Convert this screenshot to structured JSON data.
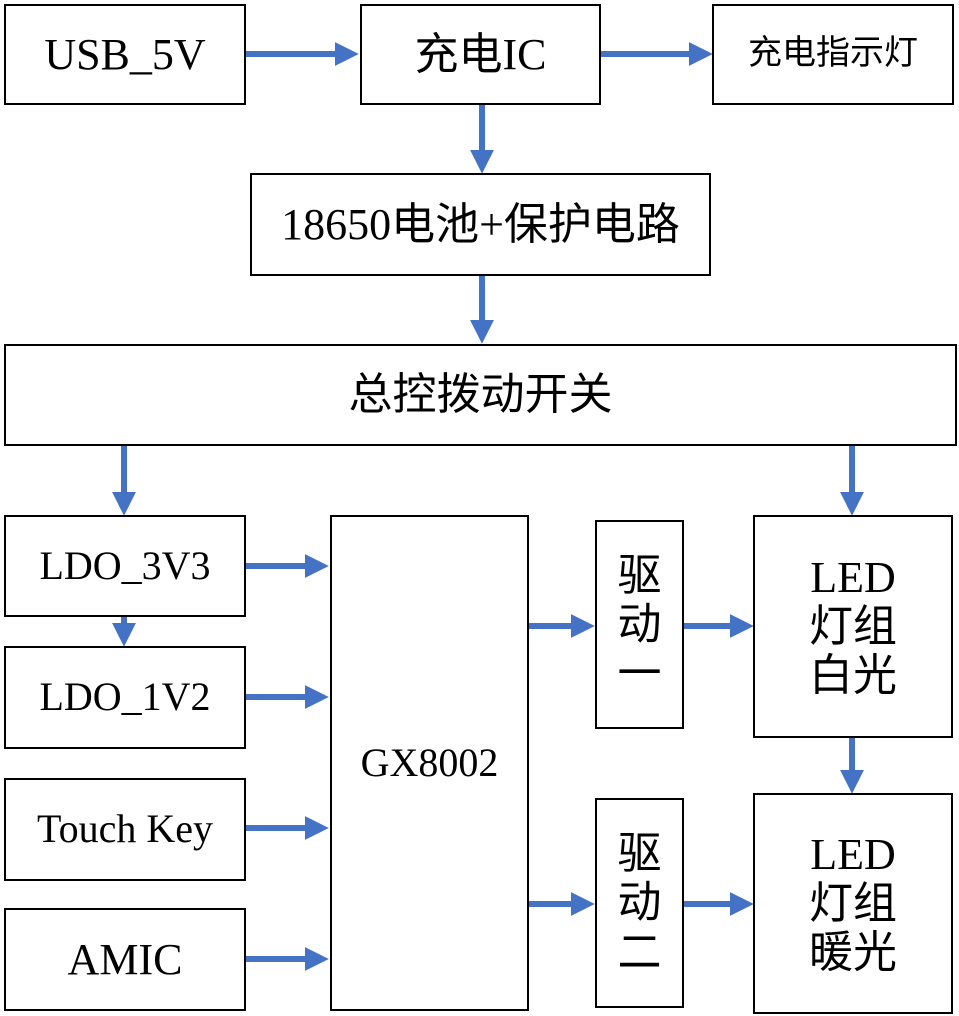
{
  "blocks": {
    "usb": "USB_5V",
    "charge_ic": "充电IC",
    "charge_led": "充电指示灯",
    "battery": "18650电池+保护电路",
    "master_switch": "总控拨动开关",
    "ldo_3v3": "LDO_3V3",
    "ldo_1v2": "LDO_1V2",
    "touch_key": "Touch Key",
    "amic": "AMIC",
    "soc": "GX8002",
    "driver1": [
      "驱",
      "动",
      "一"
    ],
    "driver2": [
      "驱",
      "动",
      "二"
    ],
    "led_white": [
      "LED",
      "灯组",
      "白光"
    ],
    "led_warm": [
      "LED",
      "灯组",
      "暖光"
    ]
  },
  "colors": {
    "arrow": "#4472C4",
    "border": "#000000"
  }
}
